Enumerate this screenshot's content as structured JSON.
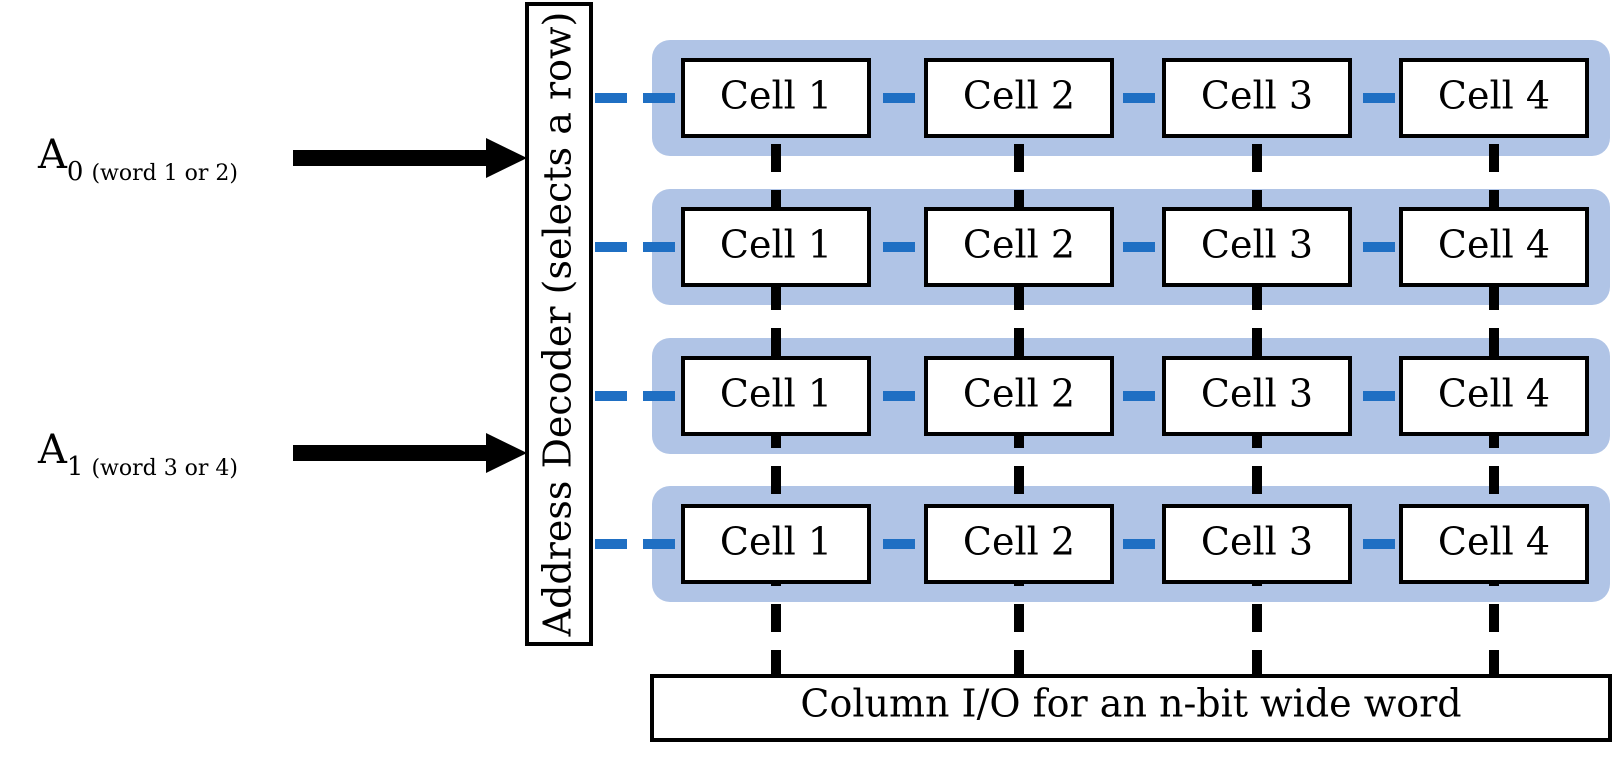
{
  "decoder": {
    "label": "Address Decoder (selects a row)"
  },
  "address_inputs": [
    {
      "name": "A",
      "subscript": "0",
      "note": "(word 1 or 2)"
    },
    {
      "name": "A",
      "subscript": "1",
      "note": "(word 3 or 4)"
    }
  ],
  "rows": [
    {
      "cells": [
        "Cell 1",
        "Cell 2",
        "Cell 3",
        "Cell 4"
      ]
    },
    {
      "cells": [
        "Cell 1",
        "Cell 2",
        "Cell 3",
        "Cell 4"
      ]
    },
    {
      "cells": [
        "Cell 1",
        "Cell 2",
        "Cell 3",
        "Cell 4"
      ]
    },
    {
      "cells": [
        "Cell 1",
        "Cell 2",
        "Cell 3",
        "Cell 4"
      ]
    }
  ],
  "column_io": {
    "label": "Column I/O for an n-bit wide word"
  },
  "colors": {
    "row_band": "#b0c4e6",
    "wordline": "#1f6fc3",
    "bitline": "#000000"
  }
}
